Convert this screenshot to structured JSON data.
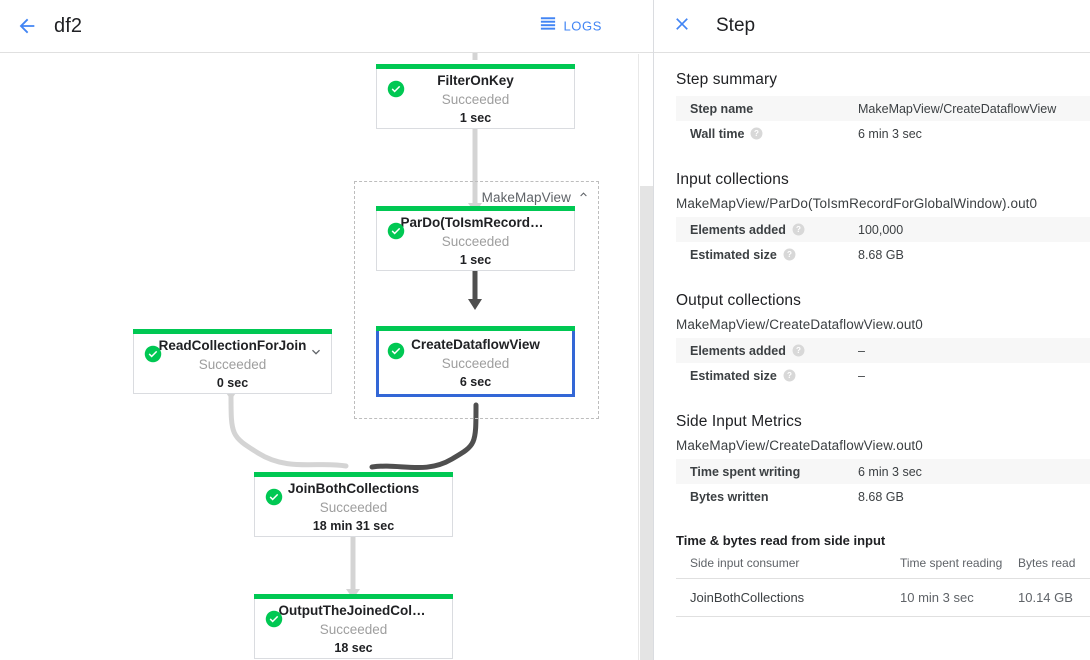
{
  "left_header": {
    "back_icon": "arrow-left-icon",
    "job_title": "df2",
    "logs_icon": "logs-lines-icon",
    "logs_label": "LOGS"
  },
  "graph": {
    "group": {
      "label": "MakeMapView",
      "collapse_icon": "chevron-up-icon"
    },
    "nodes": [
      {
        "id": "filter-on-key",
        "name": "FilterOnKey",
        "status": "Succeeded",
        "time": "1 sec",
        "status_icon": "check-circle-icon",
        "selected": false,
        "has_chevron": false
      },
      {
        "id": "pardo-toism-record-for",
        "name": "ParDo(ToIsmRecordFor…",
        "status": "Succeeded",
        "time": "1 sec",
        "status_icon": "check-circle-icon",
        "selected": false,
        "has_chevron": false
      },
      {
        "id": "create-dataflow-view",
        "name": "CreateDataflowView",
        "status": "Succeeded",
        "time": "6 sec",
        "status_icon": "check-circle-icon",
        "selected": true,
        "has_chevron": false
      },
      {
        "id": "read-collection-for-join",
        "name": "ReadCollectionForJoin",
        "status": "Succeeded",
        "time": "0 sec",
        "status_icon": "check-circle-icon",
        "selected": false,
        "has_chevron": true,
        "chevron_icon": "chevron-down-icon"
      },
      {
        "id": "join-both-collections",
        "name": "JoinBothCollections",
        "status": "Succeeded",
        "time": "18 min 31 sec",
        "status_icon": "check-circle-icon",
        "selected": false,
        "has_chevron": false
      },
      {
        "id": "output-the-joined-collec",
        "name": "OutputTheJoinedCollec…",
        "status": "Succeeded",
        "time": "18 sec",
        "status_icon": "check-circle-icon",
        "selected": false,
        "has_chevron": false
      }
    ]
  },
  "right_panel": {
    "close_icon": "close-icon",
    "title": "Step",
    "step_summary": {
      "heading": "Step summary",
      "rows": [
        {
          "key": "Step name",
          "value": "MakeMapView/CreateDataflowView",
          "help": false
        },
        {
          "key": "Wall time",
          "value": "6 min 3 sec",
          "help": true
        }
      ]
    },
    "input_collections": {
      "heading": "Input collections",
      "collection_name": "MakeMapView/ParDo(ToIsmRecordForGlobalWindow).out0",
      "rows": [
        {
          "key": "Elements added",
          "value": "100,000",
          "help": true
        },
        {
          "key": "Estimated size",
          "value": "8.68 GB",
          "help": true
        }
      ]
    },
    "output_collections": {
      "heading": "Output collections",
      "collection_name": "MakeMapView/CreateDataflowView.out0",
      "rows": [
        {
          "key": "Elements added",
          "value": "–",
          "help": true
        },
        {
          "key": "Estimated size",
          "value": "–",
          "help": true
        }
      ]
    },
    "side_input_metrics": {
      "heading": "Side Input Metrics",
      "collection_name": "MakeMapView/CreateDataflowView.out0",
      "rows": [
        {
          "key": "Time spent writing",
          "value": "6 min 3 sec",
          "help": false
        },
        {
          "key": "Bytes written",
          "value": "8.68 GB",
          "help": false
        }
      ],
      "table_title": "Time & bytes read from side input",
      "columns": [
        "Side input consumer",
        "Time spent reading",
        "Bytes read"
      ],
      "data_rows": [
        [
          "JoinBothCollections",
          "10 min 3 sec",
          "10.14 GB"
        ]
      ]
    }
  },
  "colors": {
    "accent_blue": "#4285f4",
    "selected_blue": "#3367d6",
    "success_green": "#00c853",
    "edge_light": "#d4d4d4",
    "edge_dark": "#4f4f4f",
    "text_primary": "#202124",
    "text_secondary": "#5f6368",
    "muted": "#9e9e9e"
  }
}
